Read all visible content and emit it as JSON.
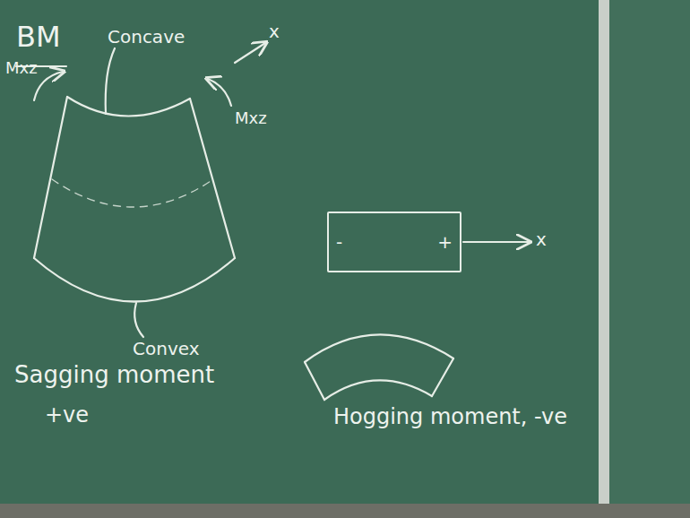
{
  "diagram": {
    "nodes": [
      {
        "text": [
          "-",
          "+"
        ]
      }
    ],
    "labels": [
      "BM",
      "Concave",
      "Mxz",
      "x",
      "Mxz",
      "Convex",
      "Sagging moment",
      "+ve",
      "x",
      "Hogging moment, -ve"
    ]
  }
}
